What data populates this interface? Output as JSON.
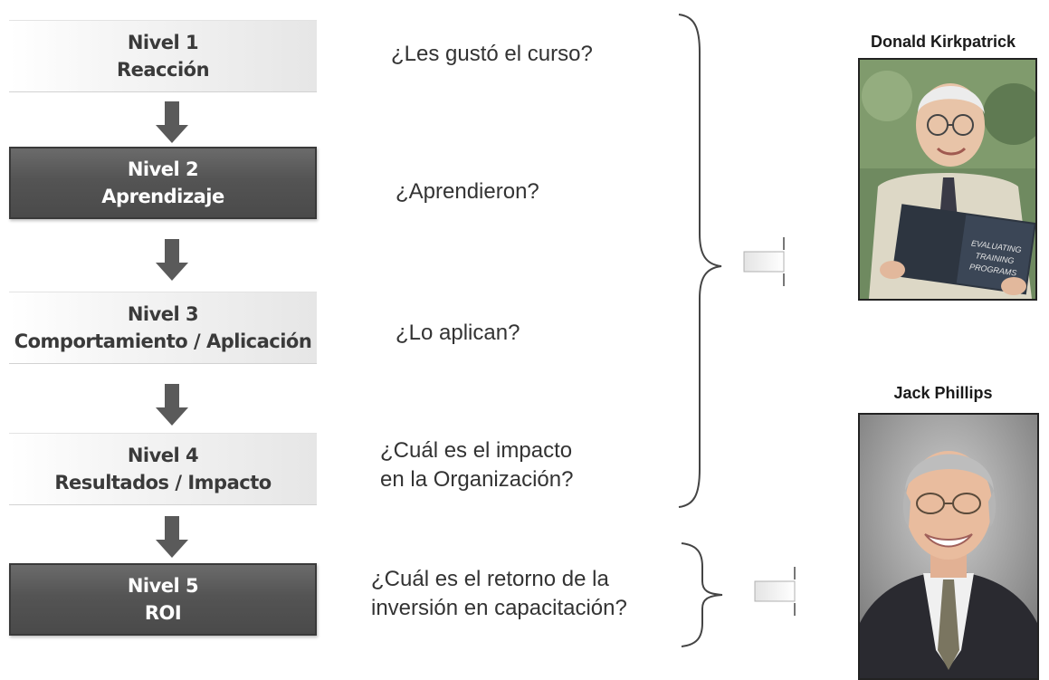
{
  "levels": [
    {
      "title": "Nivel 1",
      "subtitle": "Reacción",
      "style": "light"
    },
    {
      "title": "Nivel 2",
      "subtitle": "Aprendizaje",
      "style": "dark"
    },
    {
      "title": "Nivel 3",
      "subtitle": "Comportamiento / Aplicación",
      "style": "light"
    },
    {
      "title": "Nivel 4",
      "subtitle": "Resultados / Impacto",
      "style": "light"
    },
    {
      "title": "Nivel 5",
      "subtitle": "ROI",
      "style": "dark"
    }
  ],
  "questions": [
    "¿Les gustó el curso?",
    "¿Aprendieron?",
    "¿Lo aplican?",
    "¿Cuál es el impacto\nen la Organización?",
    "¿Cuál es el retorno de la\ninversión en capacitación?"
  ],
  "people": [
    {
      "name": "Donald Kirkpatrick",
      "book_text": "EVALUATING TRAINING PROGRAMS"
    },
    {
      "name": "Jack Phillips"
    }
  ],
  "colors": {
    "dark_box": "#545454",
    "light_box": "#eeeeee",
    "arrow": "#5a5a5a",
    "text": "#333333"
  }
}
